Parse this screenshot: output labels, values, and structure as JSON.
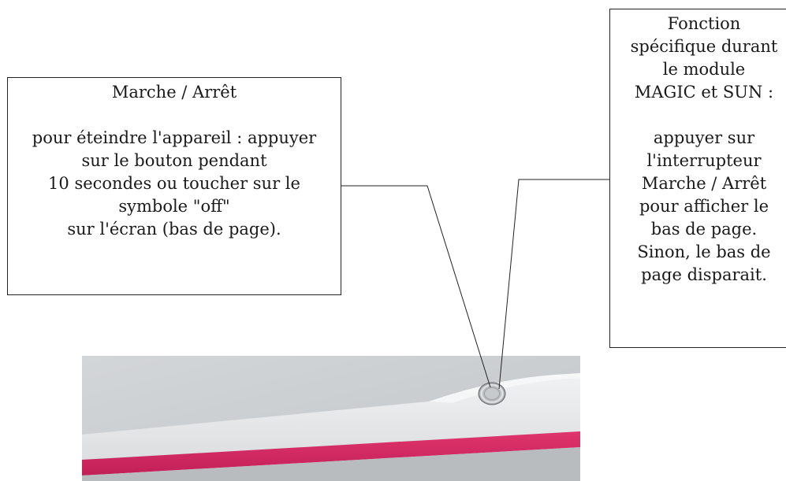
{
  "left_callout": {
    "title": "Marche / Arrêt",
    "lines": [
      "pour éteindre l'appareil : appuyer",
      "sur le bouton pendant",
      "10 secondes ou toucher sur le",
      "symbole \"off\"",
      "sur l'écran (bas de page)."
    ]
  },
  "right_callout": {
    "title_lines": [
      "Fonction",
      "spécifique durant",
      "le module",
      "MAGIC et SUN :"
    ],
    "lines": [
      "appuyer sur",
      "l'interrupteur",
      "Marche / Arrêt",
      "pour afficher le",
      "bas de page.",
      "Sinon, le bas de",
      "page disparait."
    ]
  },
  "colors": {
    "device_body": "#e9eaec",
    "device_accent": "#d72a62",
    "wall": "#c9cdcf"
  }
}
